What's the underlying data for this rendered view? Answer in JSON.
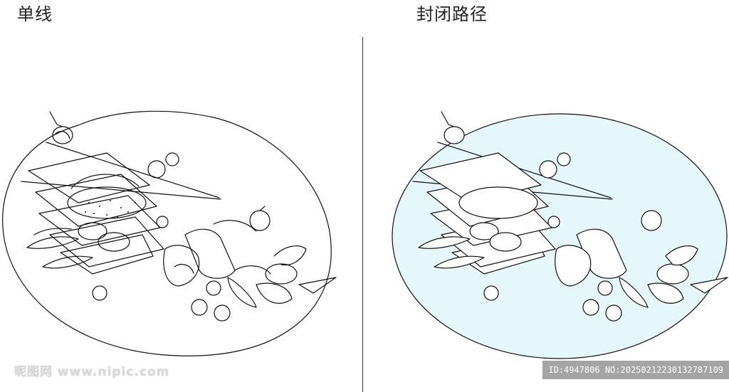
{
  "panels": {
    "left_title": "单线",
    "right_title": "封闭路径"
  },
  "watermark": {
    "left": "昵图网 www.nipic.com",
    "right": "ID:4947806 NO:20250212230132787109"
  },
  "colors": {
    "fill": "#e6f7fb",
    "line": "#111111"
  }
}
